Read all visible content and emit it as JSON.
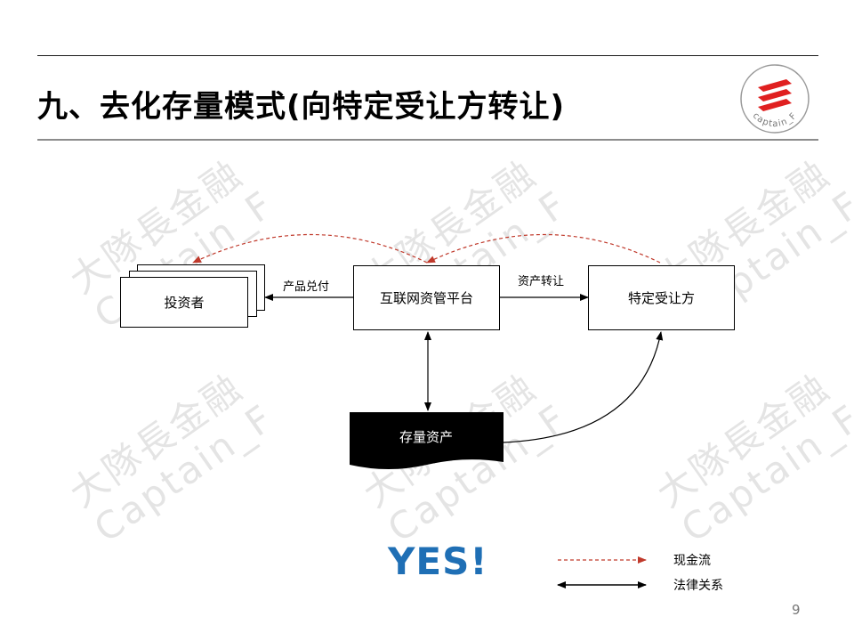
{
  "slide": {
    "title": "九、去化存量模式(向特定受让方转让)",
    "page_number": "9"
  },
  "watermark": {
    "line1": "大隊長金融",
    "line2": "Captain_F"
  },
  "logo": {
    "text": "captain_F",
    "color": "#e02020"
  },
  "nodes": {
    "investor": "投资者",
    "platform": "互联网资管平台",
    "transferee": "特定受让方",
    "assets": "存量资产"
  },
  "edges": {
    "product_payment": "产品兑付",
    "asset_transfer": "资产转让"
  },
  "yes": "YES!",
  "legend": {
    "cash_flow": "现金流",
    "legal_relation": "法律关系"
  },
  "colors": {
    "cash_flow": "#c0392b",
    "yes": "#1f6fb5"
  }
}
